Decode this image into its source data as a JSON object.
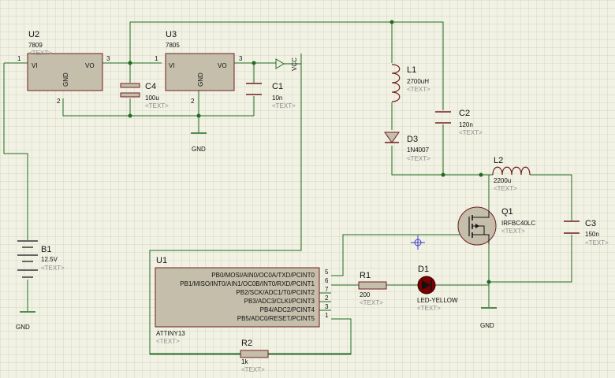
{
  "colors": {
    "background": "#f1f1e4",
    "grid": "#d7d7c4",
    "wire": "#1f6b1f",
    "body": "#c4beab",
    "outline": "#6f1f1f",
    "text": "#111111",
    "muted": "#8c8c8c",
    "led": "#7a0000",
    "marker": "#3b3bd0"
  },
  "text_placeholder": "<TEXT>",
  "components": {
    "u2": {
      "ref": "U2",
      "value": "7809",
      "pin_vi": "VI",
      "pin_vo": "VO",
      "pin_gnd": "GND",
      "pin1": "1",
      "pin2": "2",
      "pin3": "3"
    },
    "u3": {
      "ref": "U3",
      "value": "7805",
      "pin_vi": "VI",
      "pin_vo": "VO",
      "pin_gnd": "GND",
      "pin1": "1",
      "pin2": "2",
      "pin3": "3"
    },
    "c4": {
      "ref": "C4",
      "value": "100u"
    },
    "c1": {
      "ref": "C1",
      "value": "10n"
    },
    "c2": {
      "ref": "C2",
      "value": "120n"
    },
    "c3": {
      "ref": "C3",
      "value": "150n"
    },
    "l1": {
      "ref": "L1",
      "value": "2700uH"
    },
    "l2": {
      "ref": "L2",
      "value": "2200u"
    },
    "d3": {
      "ref": "D3",
      "value": "1N4007"
    },
    "q1": {
      "ref": "Q1",
      "value": "IRFBC40LC"
    },
    "b1": {
      "ref": "B1",
      "value": "12.5V"
    },
    "r1": {
      "ref": "R1",
      "value": "200"
    },
    "r2": {
      "ref": "R2",
      "value": "1k"
    },
    "d1": {
      "ref": "D1",
      "value": "LED-YELLOW"
    },
    "u1": {
      "ref": "U1",
      "value": "ATTINY13",
      "pins": [
        {
          "name": "PB0/MOSI/AIN0/OC0A/TXD/PCINT0",
          "num": "5"
        },
        {
          "name": "PB1/MISO/INT0/AIN1/OC0B/INT0/RXD/PCINT1",
          "num": "6"
        },
        {
          "name": "PB2/SCK/ADC1/T0/PCINT2",
          "num": "7"
        },
        {
          "name": "PB3/ADC3/CLKI/PCINT3",
          "num": "2"
        },
        {
          "name": "PB4/ADC2/PCINT4",
          "num": "3"
        },
        {
          "name": "PB5/ADC0/RESET/PCINT5",
          "num": "1"
        }
      ]
    }
  },
  "labels": {
    "vcc": "VCC",
    "gnd_main": "GND",
    "gnd_battery": "GND",
    "gnd_right": "GND"
  }
}
